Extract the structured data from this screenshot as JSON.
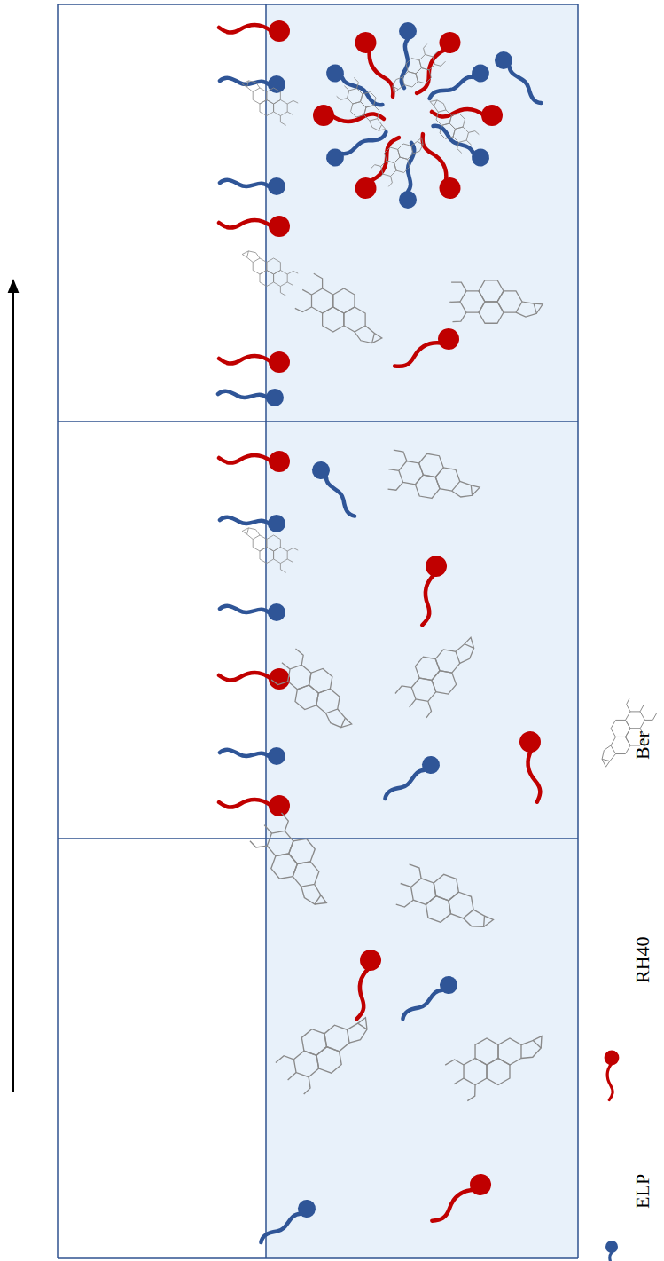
{
  "diagram": {
    "legend": [
      {
        "text": "ELP"
      },
      {
        "text": "RH40"
      },
      {
        "text": "Ber"
      }
    ]
  }
}
